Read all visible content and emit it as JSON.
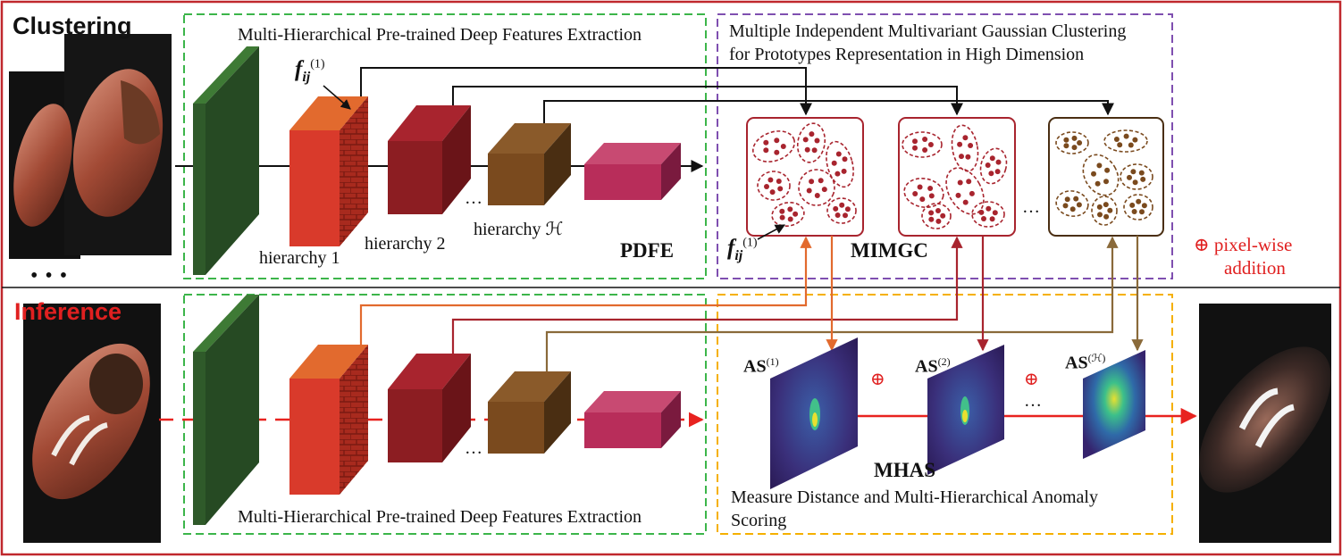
{
  "sections": {
    "clustering": "Clustering",
    "inference": "Inference"
  },
  "pdfe": {
    "title_top": "Multi-Hierarchical Pre-trained Deep Features Extraction",
    "title_bottom": "Multi-Hierarchical Pre-trained Deep Features Extraction",
    "abbr": "PDFE",
    "hierarchy_1": "hierarchy 1",
    "hierarchy_2": "hierarchy 2",
    "hierarchy_h": "hierarchy ℋ",
    "feature_main": "f",
    "feature_sub": "ij",
    "feature_sup": "(1)"
  },
  "mimgc": {
    "title_line1": "Multiple Independent Multivariant Gaussian Clustering",
    "title_line2": "for Prototypes Representation in High Dimension",
    "abbr": "MIMGC"
  },
  "mhas": {
    "abbr": "MHAS",
    "title_line1": "Measure Distance and Multi-Hierarchical Anomaly",
    "title_line2": "Scoring",
    "as_main": "AS",
    "as_sup_1": "(1)",
    "as_sup_2": "(2)",
    "as_sup_h": "(ℋ)"
  },
  "legend": {
    "symbol": "⊕",
    "text_line1": "pixel-wise",
    "text_line2": "addition"
  },
  "ellipsis": "…",
  "vertical_dots": "• • •",
  "colors": {
    "frame": "#c0282d",
    "pdfe_box": "#3cb54a",
    "mimgc_box": "#7f4fb0",
    "mhas_box": "#f5b000",
    "h1_block": "#d93a2b",
    "h2_block": "#8c1d22",
    "hh_block": "#7a4a1e",
    "out_block": "#b82d5a",
    "first_layer": "#2f5a2a",
    "arrow_h1": "#e26a2e",
    "arrow_h2": "#a8242e",
    "arrow_hh": "#8a6a3a",
    "inference_line": "#e8221f"
  }
}
